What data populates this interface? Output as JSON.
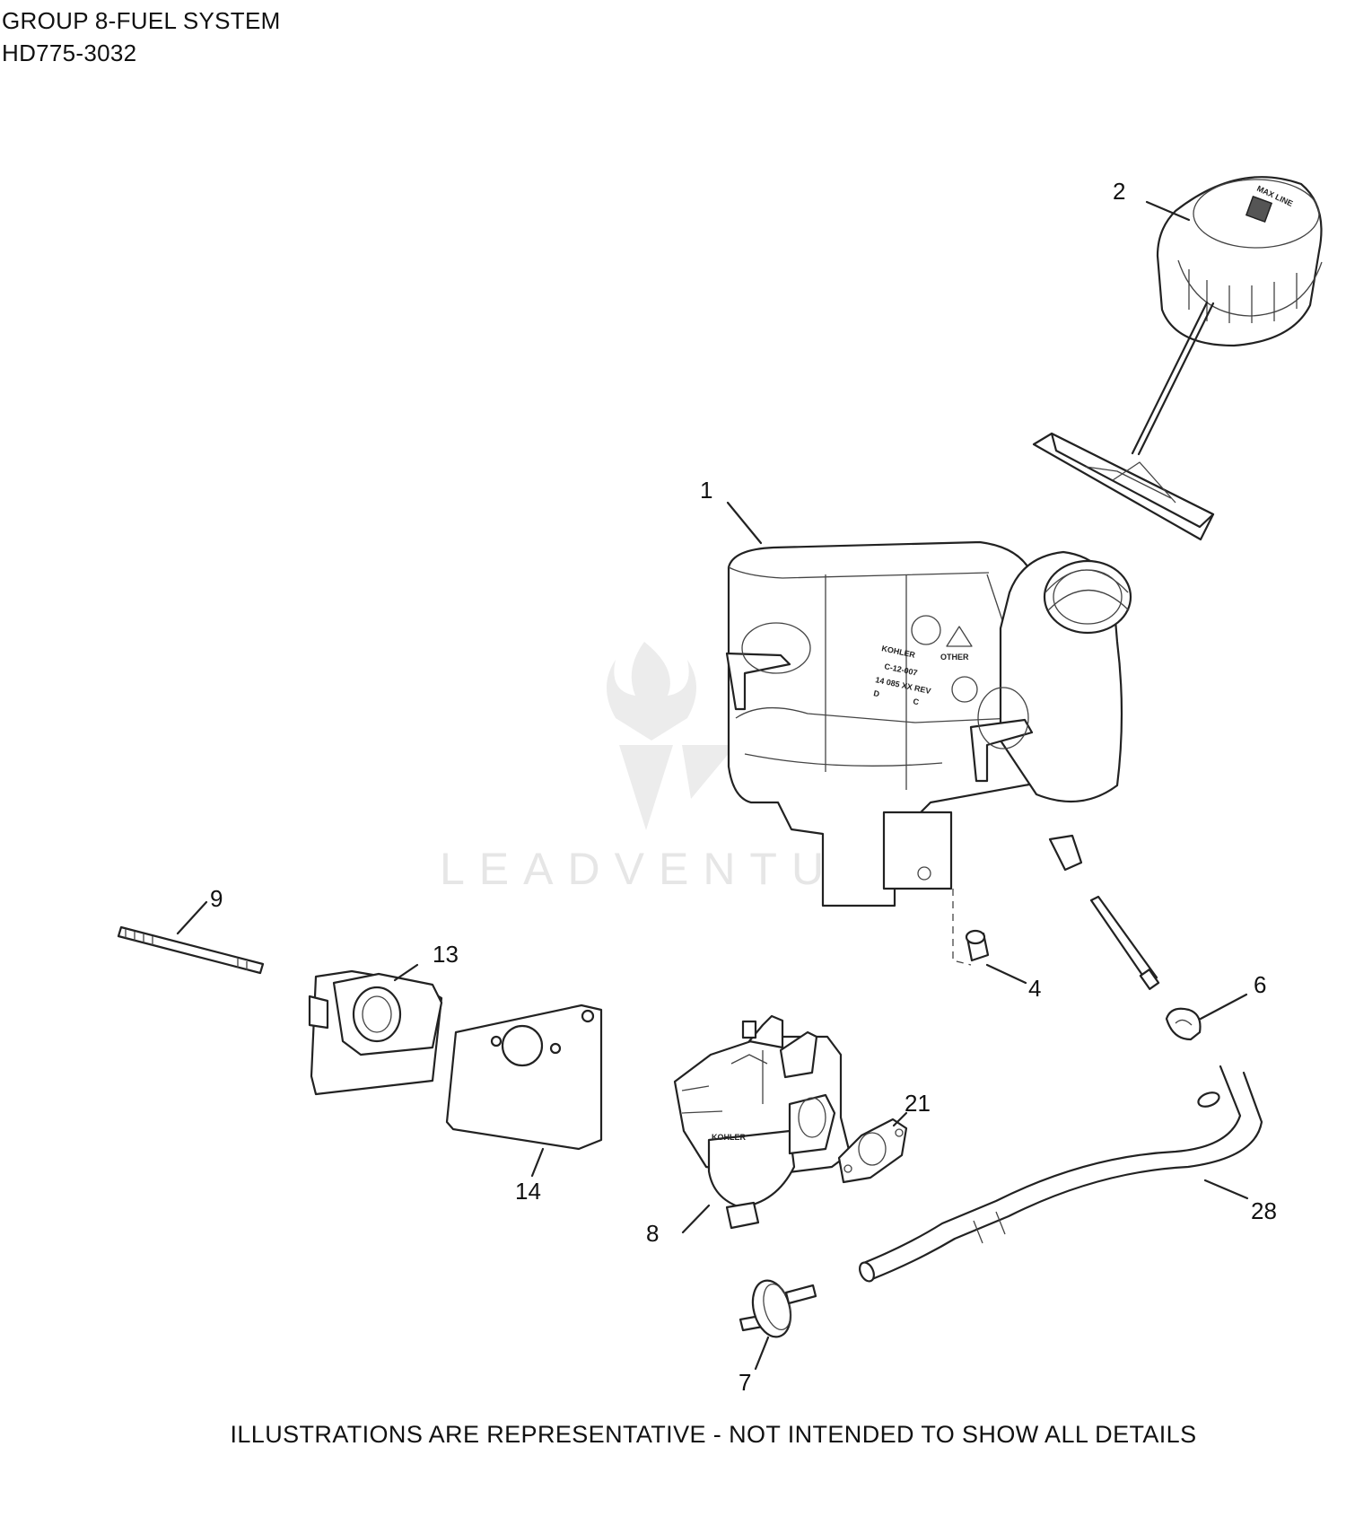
{
  "header": {
    "title": "GROUP 8-FUEL SYSTEM",
    "model": "HD775-3032"
  },
  "footer": {
    "disclaimer": "ILLUSTRATIONS ARE REPRESENTATIVE - NOT INTENDED TO SHOW ALL DETAILS"
  },
  "watermark": "LEADVENTURE",
  "tank_markings": {
    "brand": "KOHLER",
    "code": "C-12-007",
    "part": "14 085 XX REV",
    "d": "D",
    "c": "C",
    "other": "OTHER"
  },
  "carb_marking": "KOHLER",
  "callouts": [
    {
      "id": "1",
      "text": "1"
    },
    {
      "id": "2",
      "text": "2"
    },
    {
      "id": "4",
      "text": "4"
    },
    {
      "id": "6",
      "text": "6"
    },
    {
      "id": "7",
      "text": "7"
    },
    {
      "id": "8",
      "text": "8"
    },
    {
      "id": "9",
      "text": "9"
    },
    {
      "id": "13",
      "text": "13"
    },
    {
      "id": "14",
      "text": "14"
    },
    {
      "id": "21",
      "text": "21"
    },
    {
      "id": "28",
      "text": "28"
    }
  ]
}
